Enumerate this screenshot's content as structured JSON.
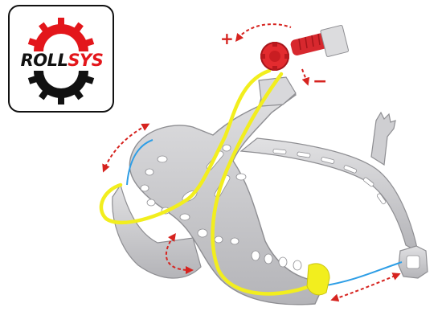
{
  "logo": {
    "text_main": "ROLL",
    "text_accent": "SYS",
    "brand_color": "#e3161b",
    "dark_color": "#111111",
    "icon": "gear-logo-icon"
  },
  "diagram": {
    "subject": "helmet-suspension-harness",
    "adjust_dial": {
      "plus_label": "+",
      "minus_label": "−",
      "color": "#d6231f",
      "icon": "rotate-dial-icon"
    },
    "colors": {
      "frame": "#c7c7c9",
      "frame_edge": "#8e8e92",
      "strap": "#f2ee1e",
      "cord": "#2e9ee6",
      "arrow": "#d6231f"
    }
  }
}
